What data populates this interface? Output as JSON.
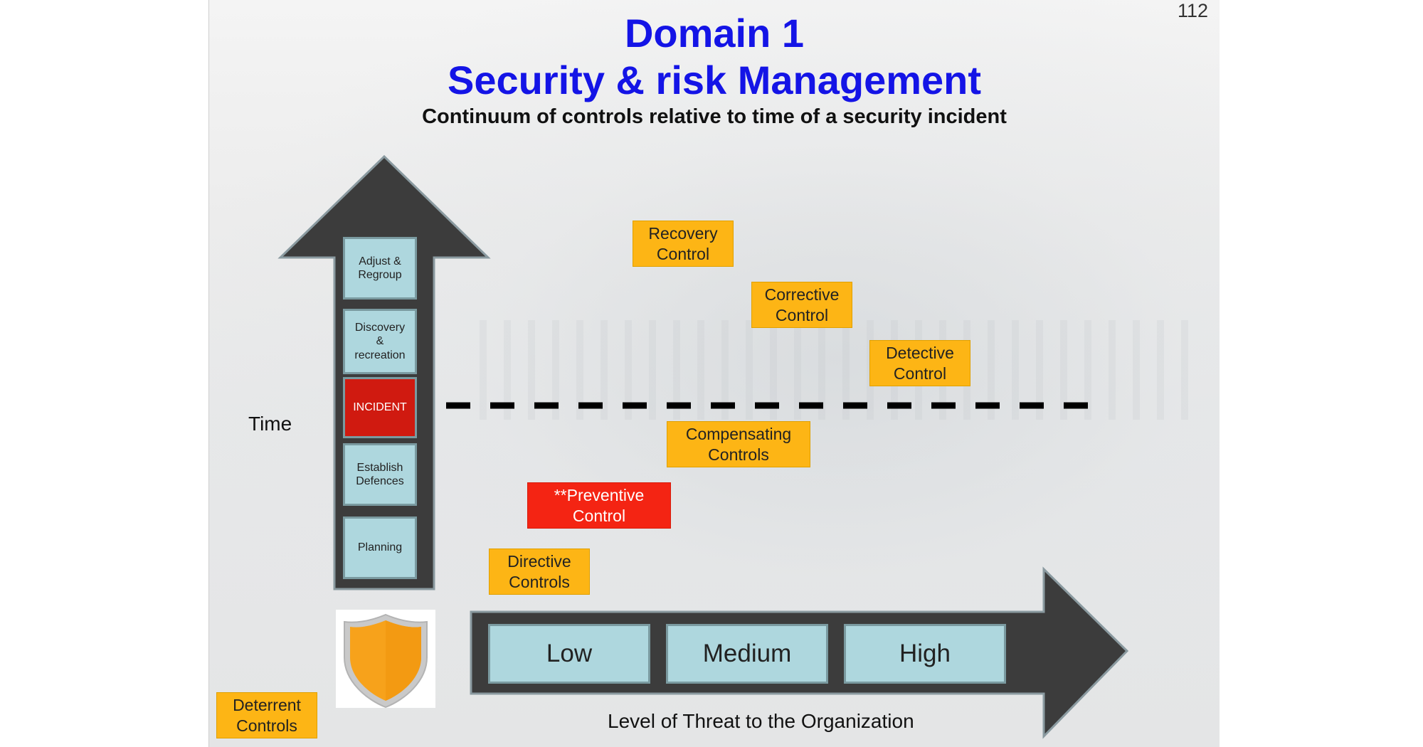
{
  "slide_number": "112",
  "title_line1": "Domain 1",
  "title_line2": "Security & risk Management",
  "subtitle": "Continuum of controls relative to time of a security incident",
  "time_axis": {
    "label": "Time",
    "stages": [
      "Adjust & Regroup",
      "Discovery & recreation",
      "INCIDENT",
      "Establish Defences",
      "Planning"
    ]
  },
  "threat_axis": {
    "label": "Level of Threat to the Organization",
    "levels": [
      "Low",
      "Medium",
      "High"
    ]
  },
  "controls": {
    "recovery": "Recovery Control",
    "corrective": "Corrective Control",
    "detective": "Detective Control",
    "compensating": "Compensating Controls",
    "preventive": "**Preventive Control",
    "directive": "Directive Controls",
    "deterrent": "Deterrent Controls"
  },
  "colors": {
    "title": "#1414e6",
    "control_box": "#fdb515",
    "preventive_box": "#f42413",
    "incident_box": "#d01a10",
    "stage_box": "#aed7de",
    "arrow": "#3c3c3c",
    "shield": "#f7a21b"
  }
}
